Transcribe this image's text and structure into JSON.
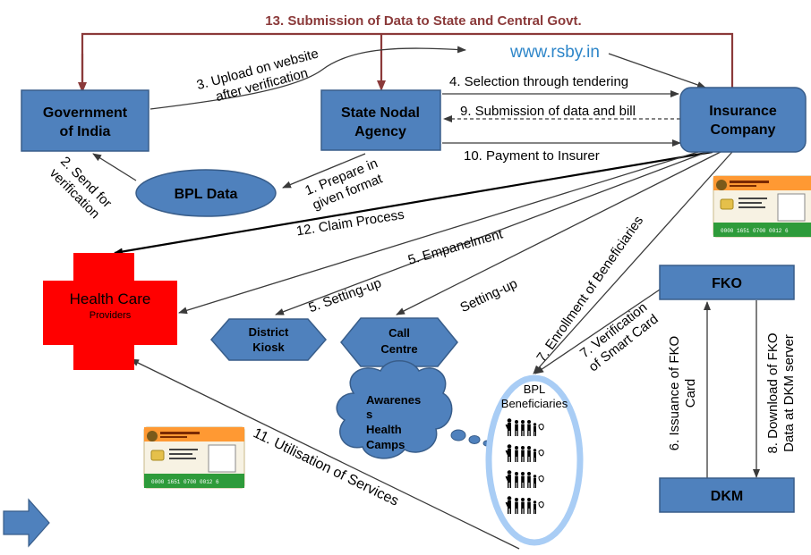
{
  "nodes": {
    "goi": [
      "Government",
      "of India"
    ],
    "sna": [
      "State Nodal",
      "Agency"
    ],
    "insurance": [
      "Insurance",
      "Company"
    ],
    "bpl_data": "BPL Data",
    "hcp": "Health Care",
    "hcp_sub": "Providers",
    "district_kiosk": [
      "District",
      "Kiosk"
    ],
    "call_centre": [
      "Call",
      "Centre"
    ],
    "fko": "FKO",
    "dkm": "DKM",
    "awareness": [
      "Awarenes",
      "s",
      "Health",
      "Camps"
    ],
    "bpl_beneficiaries": [
      "BPL",
      "Beneficiaries"
    ]
  },
  "website": "www.rsby.in",
  "edges": {
    "e13": "13. Submission of Data to State and Central Govt.",
    "e3": [
      "3. Upload on website",
      "after verification"
    ],
    "e4": "4. Selection through tendering",
    "e9": "9. Submission of  data and bill",
    "e10": "10. Payment to Insurer",
    "e2": [
      "2. Send for",
      "verification"
    ],
    "e1": [
      "1. Prepare in",
      "given format"
    ],
    "e12": "12. Claim Process",
    "e5a": "5. Empanelment",
    "e5b": "5. Setting-up",
    "e5c": "Setting-up",
    "e7a": "7. Enrollment of Beneficiaries",
    "e7b": [
      "7. Verification",
      "of Smart Card"
    ],
    "e6": [
      "6. Issuance of FKO",
      "Card"
    ],
    "e8": [
      "8. Download of FKO",
      "Data at DKM server"
    ],
    "e11": "11. Utilisation of Services"
  },
  "colors": {
    "box_fill": "#4f81bd",
    "box_stroke": "#385d8a",
    "cross": "#ff0000",
    "dark_red": "#8b3a3a",
    "ring": "#a9cdf5"
  }
}
